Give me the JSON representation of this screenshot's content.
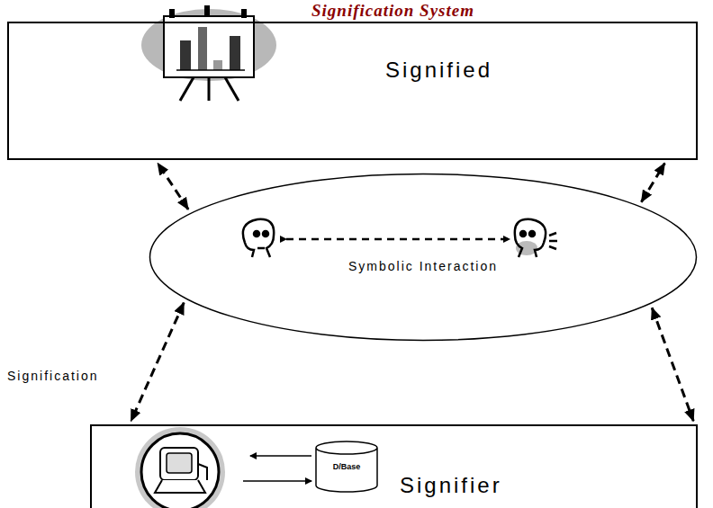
{
  "diagram": {
    "title": "Signification System",
    "nodes": [
      {
        "text": [
          "Signified"
        ]
      },
      {
        "text": [
          "Symbolic Interaction"
        ]
      },
      {
        "text": [
          "Signifier"
        ]
      },
      {
        "text": [
          "D/Base"
        ],
        "in": 2
      }
    ],
    "edges": [
      {
        "from": 1,
        "to": 0,
        "arrow": "both"
      },
      {
        "from": 1,
        "to": 0,
        "arrow": "both"
      },
      {
        "from": 1,
        "to": 2,
        "label": "Signification",
        "arrow": "both"
      },
      {
        "from": 1,
        "to": 2,
        "arrow": "both"
      }
    ]
  }
}
